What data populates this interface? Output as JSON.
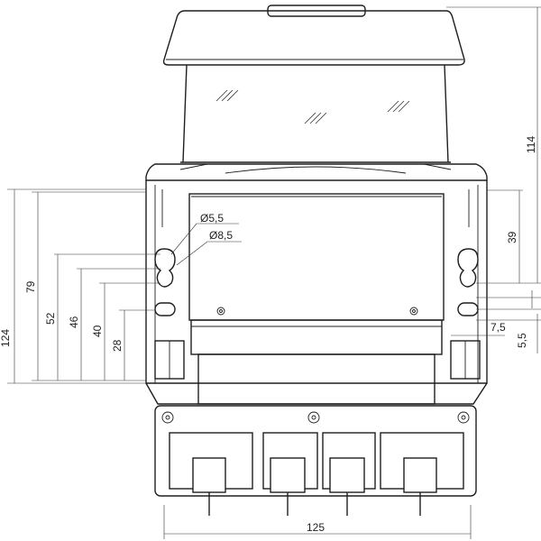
{
  "dimensions": {
    "left": {
      "d124": "124",
      "d79": "79",
      "d52": "52",
      "d46": "46",
      "d40": "40",
      "d28": "28"
    },
    "right": {
      "d114": "114",
      "d39": "39",
      "d7_5": "7,5",
      "d5_5": "5,5"
    },
    "bottom": {
      "d125": "125"
    },
    "holes": {
      "small": "Ø5,5",
      "large": "Ø8,5"
    }
  }
}
